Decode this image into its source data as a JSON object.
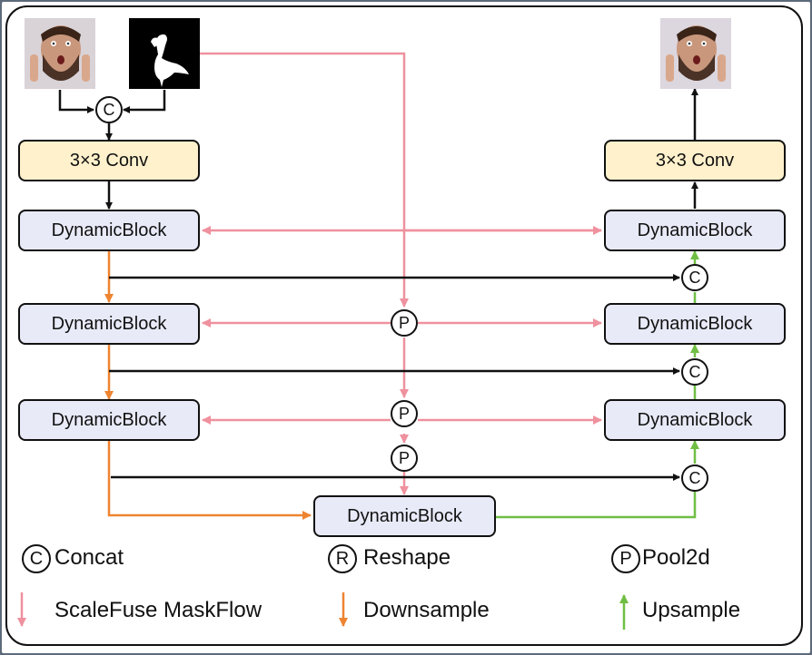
{
  "diagram": {
    "inputs": {
      "image_label": "input-face-image",
      "mask_label": "input-mask-image"
    },
    "output": {
      "image_label": "output-face-image"
    },
    "blocks": {
      "conv_in": "3×3 Conv",
      "conv_out": "3×3 Conv",
      "enc1": "DynamicBlock",
      "enc2": "DynamicBlock",
      "enc3": "DynamicBlock",
      "bottleneck": "DynamicBlock",
      "dec1": "DynamicBlock",
      "dec2": "DynamicBlock",
      "dec3": "DynamicBlock"
    },
    "ops": {
      "concat_symbol": "C",
      "pool_symbol": "P",
      "reshape_symbol": "R"
    },
    "colors": {
      "maskflow": "#ef919e",
      "downsample": "#ee8430",
      "upsample": "#6fbe44",
      "conv_fill": "#fff1cc",
      "block_fill": "#e8eaf8"
    }
  },
  "legend": {
    "concat": {
      "symbol": "C",
      "label": "Concat"
    },
    "reshape": {
      "symbol": "R",
      "label": "Reshape"
    },
    "pool": {
      "symbol": "P",
      "label": "Pool2d"
    },
    "maskflow": {
      "label": "ScaleFuse MaskFlow"
    },
    "downsample": {
      "label": "Downsample"
    },
    "upsample": {
      "label": "Upsample"
    }
  }
}
